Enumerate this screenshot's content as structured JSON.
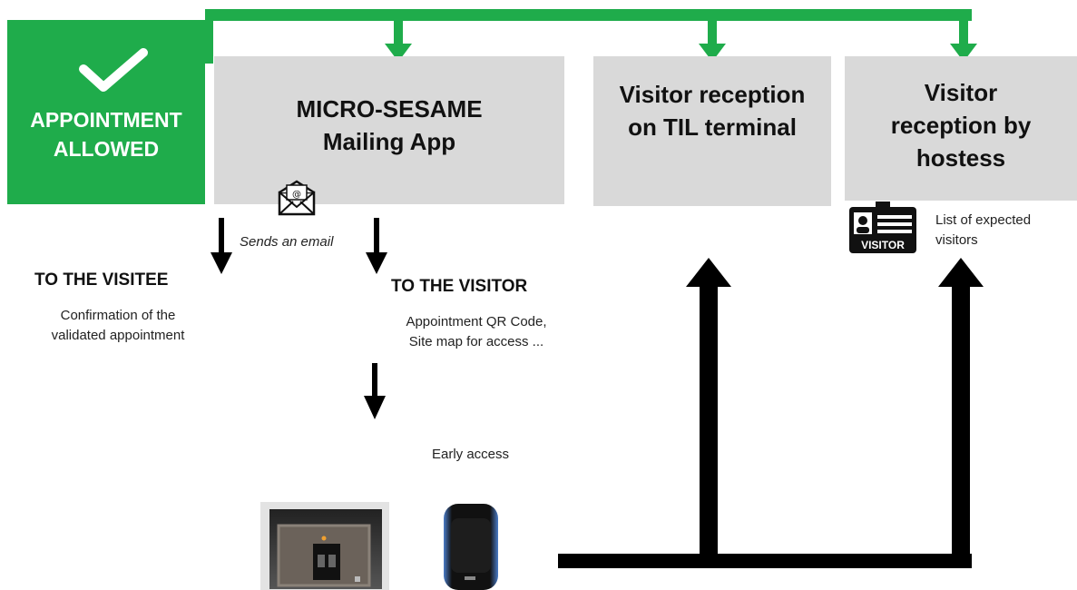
{
  "colors": {
    "green": "#1fac4b",
    "box_gray": "#d9d9d9",
    "arrow_black": "#000000"
  },
  "allowed": {
    "line1": "APPOINTMENT",
    "line2": "ALLOWED",
    "icon": "check-icon"
  },
  "boxes": {
    "mailing": {
      "line1": "MICRO-SESAME",
      "line2": "Mailing App"
    },
    "til": {
      "line1": "Visitor reception",
      "line2": "on TIL terminal"
    },
    "hostess": {
      "line1": "Visitor",
      "line2": "reception by",
      "line3": "hostess"
    }
  },
  "email": {
    "label": "Sends an email",
    "icon": "envelope-icon"
  },
  "visitee": {
    "heading": "TO THE VISITEE",
    "line1": "Confirmation of the",
    "line2": "validated appointment"
  },
  "visitor": {
    "heading": "TO THE VISITOR",
    "line1": "Appointment  QR Code,",
    "line2": "Site map for access ..."
  },
  "early": {
    "label": "Early access"
  },
  "hostess_note": {
    "line1": "List of expected",
    "line2": "visitors",
    "badge_text": "VISITOR",
    "icon": "visitor-badge-icon"
  },
  "devices": {
    "reader_icon": "wall-reader-icon",
    "terminal_icon": "terminal-reader-icon"
  }
}
